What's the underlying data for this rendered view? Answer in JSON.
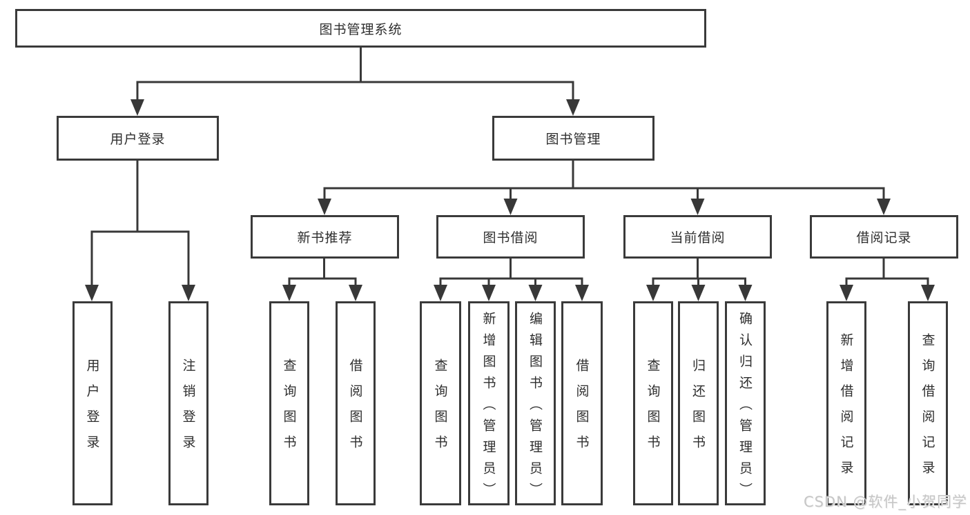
{
  "diagram": {
    "title": "图书管理系统",
    "watermark": "CSDN @软件_小贺同学",
    "colors": {
      "background": "#ffffff",
      "box_fill": "#ffffff",
      "box_border": "#3a3a3a",
      "connector": "#383838",
      "text": "#2e2e2e",
      "watermark": "#c6c6c6"
    },
    "nodes": [
      {
        "id": "root",
        "label": "图书管理系统"
      },
      {
        "id": "user-login",
        "label": "用户登录"
      },
      {
        "id": "book-management",
        "label": "图书管理"
      },
      {
        "id": "new-book-recommendation",
        "label": "新书推荐"
      },
      {
        "id": "book-borrowing",
        "label": "图书借阅"
      },
      {
        "id": "current-borrowing",
        "label": "当前借阅"
      },
      {
        "id": "borrowing-records",
        "label": "借阅记录"
      },
      {
        "id": "user-login-action",
        "label": "用户登录"
      },
      {
        "id": "logout-action",
        "label": "注销登录"
      },
      {
        "id": "recommend-query-books",
        "label": "查询图书"
      },
      {
        "id": "recommend-borrow-books",
        "label": "借阅图书"
      },
      {
        "id": "borrowing-query-books",
        "label": "查询图书"
      },
      {
        "id": "add-books-admin",
        "label": "新增图书（管理员）"
      },
      {
        "id": "edit-books-admin",
        "label": "编辑图书（管理员）"
      },
      {
        "id": "borrow-books",
        "label": "借阅图书"
      },
      {
        "id": "current-query-books",
        "label": "查询图书"
      },
      {
        "id": "return-books",
        "label": "归还图书"
      },
      {
        "id": "confirm-return-admin",
        "label": "确认归还（管理员）"
      },
      {
        "id": "add-borrowing-record",
        "label": "新增借阅记录"
      },
      {
        "id": "query-borrowing-record",
        "label": "查询借阅记录"
      }
    ]
  }
}
